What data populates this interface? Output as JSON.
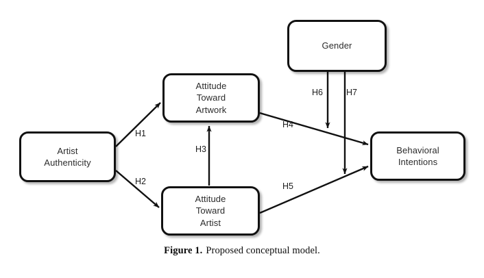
{
  "figure": {
    "caption_prefix": "Figure 1.",
    "caption_text": "Proposed conceptual model.",
    "background_color": "#ffffff",
    "line_color": "#111111",
    "text_color": "#2b2b2b"
  },
  "nodes": [
    {
      "id": "artist-authenticity",
      "label": "Artist\nAuthenticity"
    },
    {
      "id": "attitude-artwork",
      "label": "Attitude\nToward\nArtwork"
    },
    {
      "id": "attitude-artist",
      "label": "Attitude\nToward\nArtist"
    },
    {
      "id": "gender",
      "label": "Gender"
    },
    {
      "id": "behavioral-intentions",
      "label": "Behavioral\nIntentions"
    }
  ],
  "paths": [
    {
      "id": "h1",
      "label": "H1",
      "from": "artist-authenticity",
      "to": "attitude-artwork"
    },
    {
      "id": "h2",
      "label": "H2",
      "from": "artist-authenticity",
      "to": "attitude-artist"
    },
    {
      "id": "h3",
      "label": "H3",
      "from": "attitude-artist",
      "to": "attitude-artwork"
    },
    {
      "id": "h4",
      "label": "H4",
      "from": "attitude-artwork",
      "to": "behavioral-intentions"
    },
    {
      "id": "h5",
      "label": "H5",
      "from": "attitude-artist",
      "to": "behavioral-intentions"
    },
    {
      "id": "h6",
      "label": "H6",
      "from": "gender",
      "to": "behavioral-intentions"
    },
    {
      "id": "h7",
      "label": "H7",
      "from": "gender",
      "to": "behavioral-intentions"
    }
  ]
}
